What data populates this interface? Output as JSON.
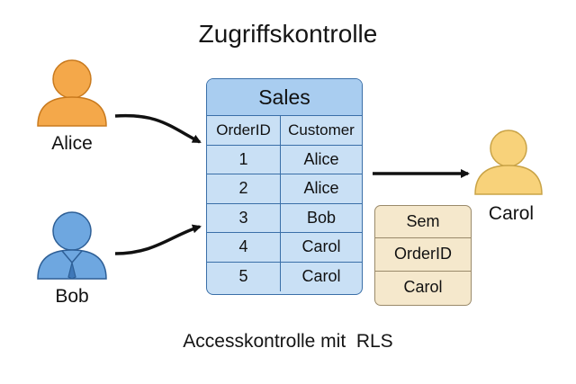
{
  "title": "Zugriffskontrolle",
  "caption": "Accesskontrolle mit  RLS",
  "people": {
    "alice": {
      "label": "Alice",
      "icon": "person-icon",
      "color": "#f4a84a"
    },
    "bob": {
      "label": "Bob",
      "icon": "person-tie-icon",
      "color": "#6ea7e0"
    },
    "carol": {
      "label": "Carol",
      "icon": "person-icon",
      "color": "#f8d27a"
    }
  },
  "sales_table": {
    "name": "Sales",
    "columns": [
      "OrderID",
      "Customer"
    ],
    "rows": [
      [
        "1",
        "Alice"
      ],
      [
        "2",
        "Alice"
      ],
      [
        "3",
        "Bob"
      ],
      [
        "4",
        "Carol"
      ],
      [
        "5",
        "Carol"
      ]
    ]
  },
  "sem_box": {
    "rows": [
      "Sem",
      "OrderID",
      "Carol"
    ]
  },
  "colors": {
    "table_fill": "#c9e0f5",
    "table_header": "#a9cdf0",
    "table_border": "#3a6fa8",
    "sem_fill": "#f5e8cc",
    "arrow": "#111111"
  }
}
